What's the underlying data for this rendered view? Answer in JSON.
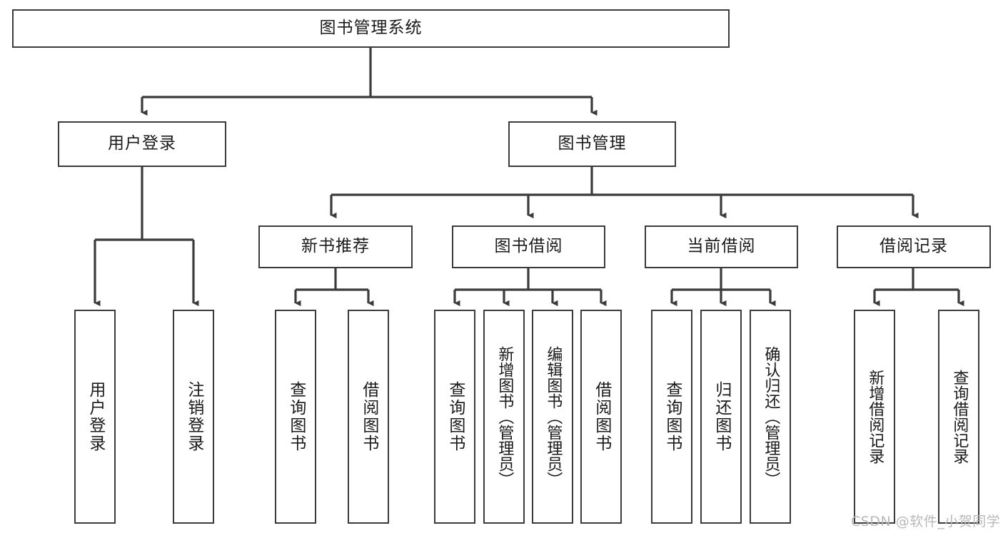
{
  "diagram": {
    "title": "图书管理系统",
    "type": "tree-hierarchy-diagram",
    "colors": {
      "box_border": "#3b3b3b",
      "connector": "#3b3b3b",
      "background": "#ffffff",
      "text": "#1a1a1a",
      "watermark": "#b9b9b9"
    },
    "root": {
      "label": "图书管理系统"
    },
    "level2": [
      {
        "label": "用户登录"
      },
      {
        "label": "图书管理"
      }
    ],
    "level3": [
      {
        "label": "新书推荐"
      },
      {
        "label": "图书借阅"
      },
      {
        "label": "当前借阅"
      },
      {
        "label": "借阅记录"
      }
    ],
    "leaves": {
      "user_login": [
        {
          "label": "用户登录"
        },
        {
          "label": "注销登录"
        }
      ],
      "new_book_recommend": [
        {
          "label": "查询图书"
        },
        {
          "label": "借阅图书"
        }
      ],
      "book_borrow": [
        {
          "label": "查询图书"
        },
        {
          "label": "新增图书（管理员）"
        },
        {
          "label": "编辑图书（管理员）"
        },
        {
          "label": "借阅图书"
        }
      ],
      "current_borrow": [
        {
          "label": "查询图书"
        },
        {
          "label": "归还图书"
        },
        {
          "label": "确认归还（管理员）"
        }
      ],
      "borrow_records": [
        {
          "label": "新增借阅记录"
        },
        {
          "label": "查询借阅记录"
        }
      ]
    }
  },
  "watermark": {
    "text": "CSDN @软件_小贺同学"
  }
}
